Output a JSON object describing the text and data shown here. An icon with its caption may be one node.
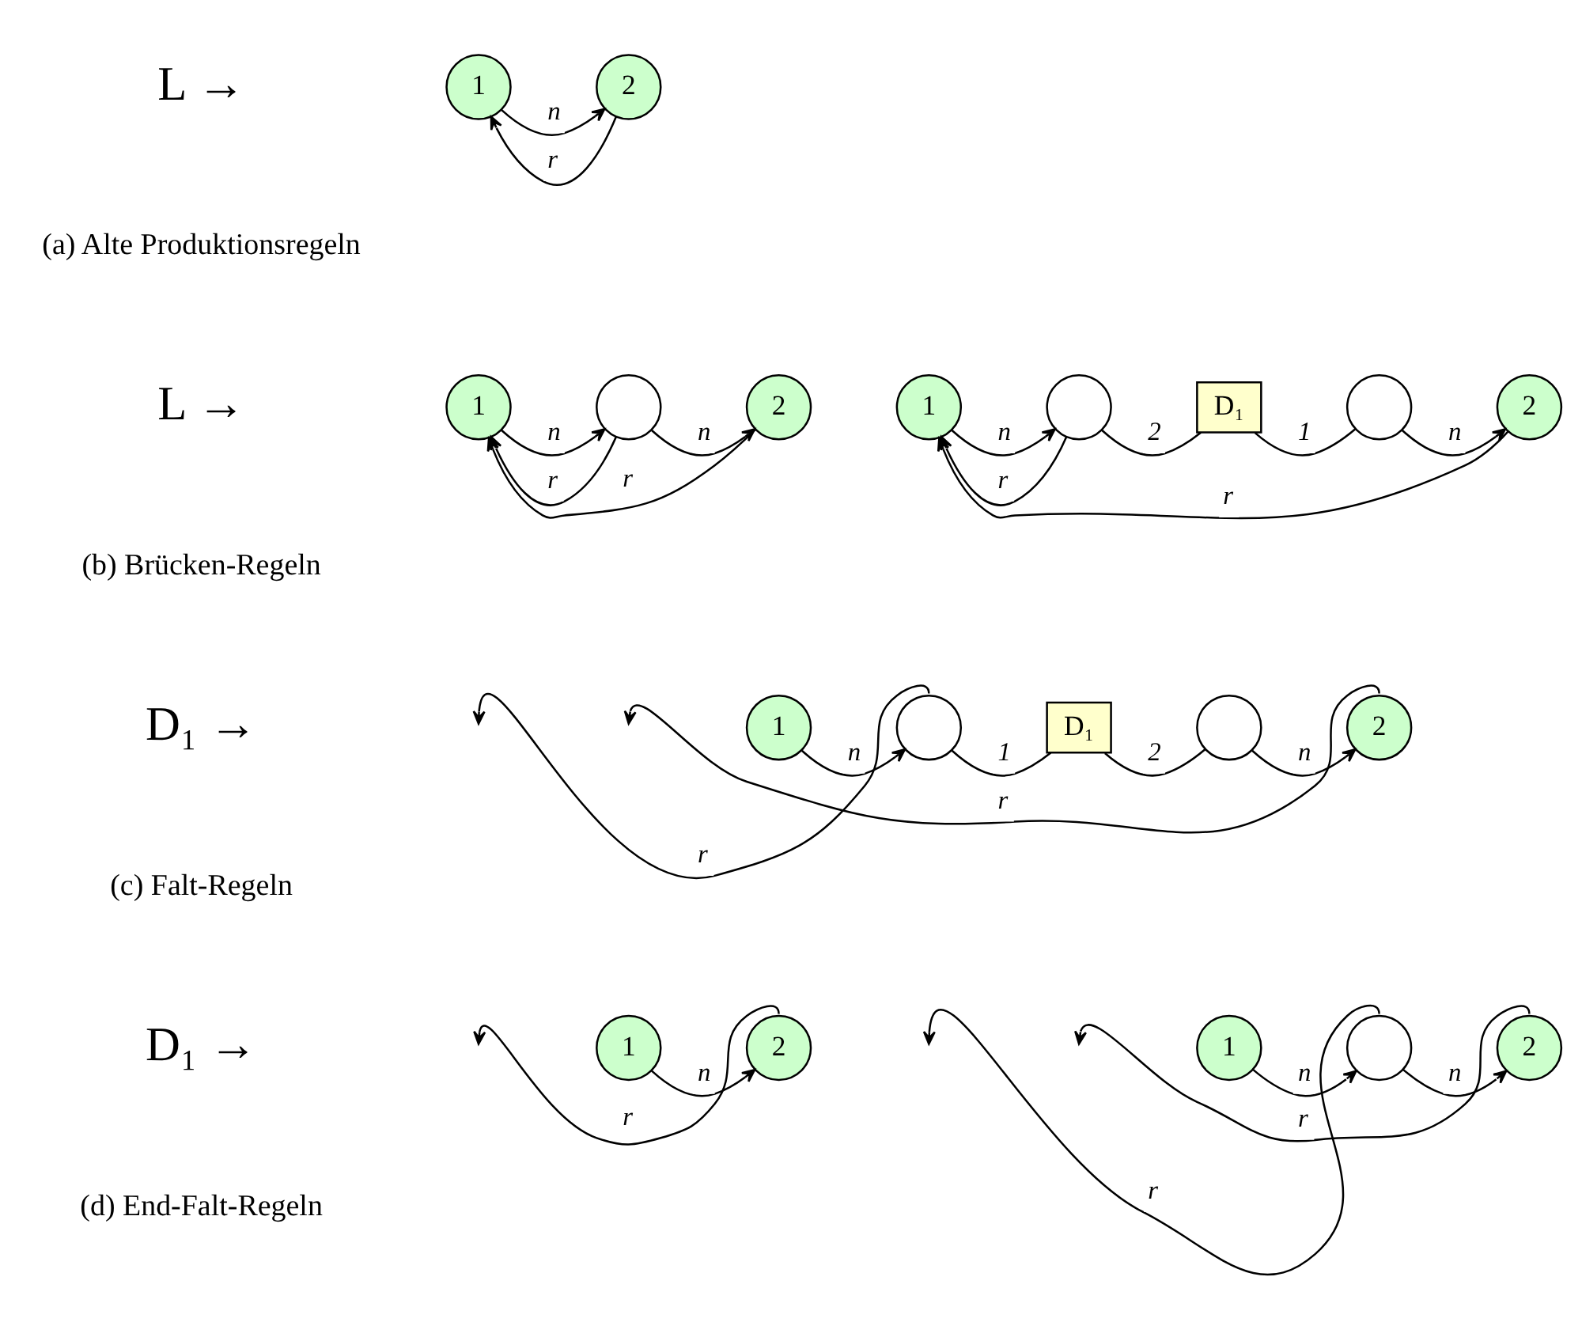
{
  "diagram": {
    "nodes": [
      {
        "text": [
          "1"
        ]
      },
      {
        "text": [
          "2"
        ]
      },
      {
        "text": [
          "1"
        ]
      },
      {
        "text": [],
        "shape": "circle"
      },
      {
        "text": [
          "2"
        ]
      },
      {
        "text": [
          "1"
        ]
      },
      {
        "text": [],
        "shape": "circle"
      },
      {
        "text": [
          "D₁"
        ]
      },
      {
        "text": [],
        "shape": "circle"
      },
      {
        "text": [
          "2"
        ]
      },
      {
        "text": [
          "1"
        ]
      },
      {
        "text": [],
        "shape": "circle"
      },
      {
        "text": [
          "D₁"
        ]
      },
      {
        "text": [],
        "shape": "circle"
      },
      {
        "text": [
          "2"
        ]
      },
      {
        "text": [
          "1"
        ]
      },
      {
        "text": [
          "2"
        ]
      },
      {
        "text": [
          "1"
        ]
      },
      {
        "text": [],
        "shape": "circle"
      },
      {
        "text": [
          "2"
        ]
      }
    ],
    "edges": [
      {
        "from": 0,
        "to": 1,
        "arrow": "to",
        "label": "n"
      },
      {
        "from": 1,
        "to": 0,
        "arrow": "to",
        "label": "r"
      },
      {
        "from": 2,
        "to": 3,
        "arrow": "to",
        "label": "n"
      },
      {
        "from": 3,
        "to": 4,
        "arrow": "to",
        "label": "n"
      },
      {
        "from": 3,
        "to": 2,
        "arrow": "to",
        "label": "r"
      },
      {
        "from": 4,
        "to": 2,
        "arrow": "to",
        "label": "r"
      },
      {
        "from": 5,
        "to": 6,
        "arrow": "to",
        "label": "n"
      },
      {
        "from": 6,
        "to": 7,
        "arrow": "none",
        "label": "2"
      },
      {
        "from": 7,
        "to": 8,
        "arrow": "none",
        "label": "1"
      },
      {
        "from": 8,
        "to": 9,
        "arrow": "to",
        "label": "n"
      },
      {
        "from": 6,
        "to": 5,
        "arrow": "to",
        "label": "r"
      },
      {
        "from": 9,
        "to": 5,
        "arrow": "to",
        "label": "r"
      },
      {
        "from": 10,
        "to": 11,
        "arrow": "to",
        "label": "n"
      },
      {
        "from": 11,
        "to": 12,
        "arrow": "none",
        "label": "1"
      },
      {
        "from": 12,
        "to": 13,
        "arrow": "none",
        "label": "2"
      },
      {
        "from": 13,
        "to": 14,
        "arrow": "to",
        "label": "n"
      },
      {
        "from": 11,
        "to": null,
        "arrow": "to",
        "label": "r"
      },
      {
        "from": 14,
        "to": null,
        "arrow": "to",
        "label": "r"
      },
      {
        "from": 15,
        "to": 16,
        "arrow": "to",
        "label": "n"
      },
      {
        "from": 16,
        "to": null,
        "arrow": "to",
        "label": "r"
      },
      {
        "from": 17,
        "to": 18,
        "arrow": "to",
        "label": "n"
      },
      {
        "from": 18,
        "to": 19,
        "arrow": "to",
        "label": "n"
      },
      {
        "from": 18,
        "to": null,
        "arrow": "to",
        "label": "r"
      },
      {
        "from": 19,
        "to": null,
        "arrow": "to",
        "label": "r"
      }
    ],
    "labels": [
      "L →",
      "(a) Alte Produktionsregeln",
      "L →",
      "(b) Brücken-Regeln",
      "D₁ →",
      "(c) Falt-Regeln",
      "D₁ →",
      "(d) End-Falt-Regeln"
    ]
  }
}
